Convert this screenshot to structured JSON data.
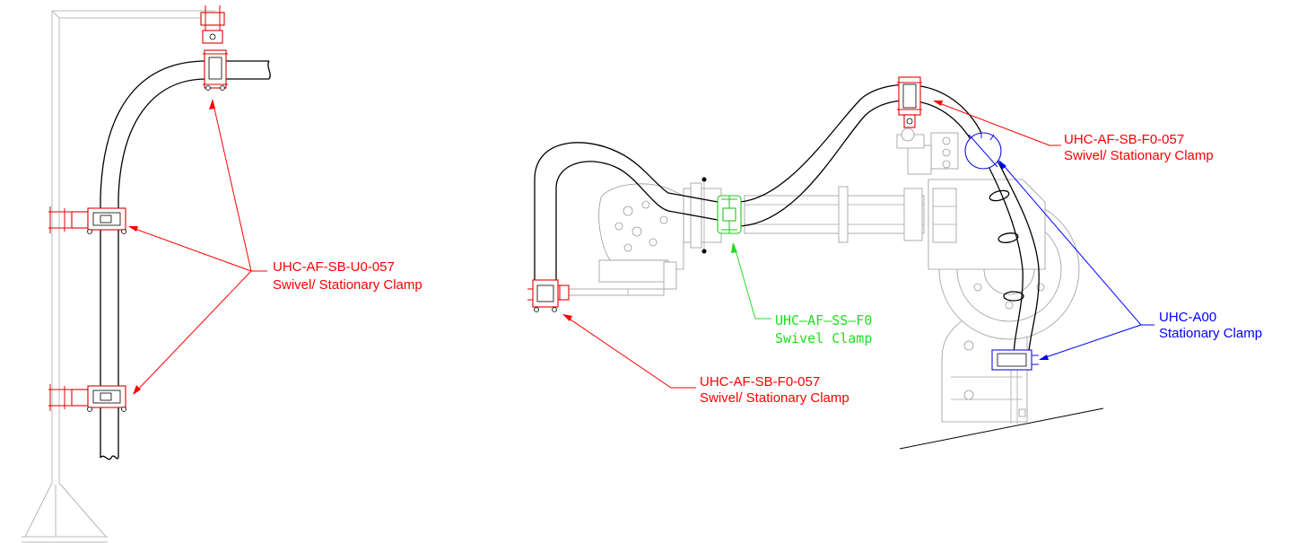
{
  "colors": {
    "red": "#ff0000",
    "green": "#22dd22",
    "blue": "#0000ff",
    "hose": "#000000",
    "structure": "#b8b8b8"
  },
  "labels": {
    "left_swivel": {
      "part": "UHC-AF-SB-U0-057",
      "desc": "Swivel/ Stationary Clamp"
    },
    "bottom_swivel": {
      "part": "UHC-AF-SB-F0-057",
      "desc": "Swivel/ Stationary Clamp"
    },
    "green_swivel": {
      "part": "UHC–AF–SS–F0",
      "desc": "Swivel Clamp"
    },
    "top_swivel": {
      "part": "UHC-AF-SB-F0-057",
      "desc": "Swivel/ Stationary Clamp"
    },
    "blue_stationary": {
      "part": "UHC-A00",
      "desc": "Stationary Clamp"
    }
  }
}
